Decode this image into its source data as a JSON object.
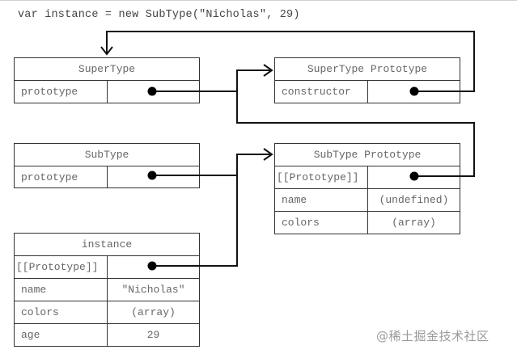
{
  "code_line": "var instance = new SubType(\"Nicholas\", 29)",
  "boxes": {
    "supertype": {
      "title": "SuperType",
      "rows": [
        {
          "key": "prototype",
          "value": "pointer"
        }
      ]
    },
    "supertype_prototype": {
      "title": "SuperType Prototype",
      "rows": [
        {
          "key": "constructor",
          "value": "pointer"
        }
      ]
    },
    "subtype": {
      "title": "SubType",
      "rows": [
        {
          "key": "prototype",
          "value": "pointer"
        }
      ]
    },
    "subtype_prototype": {
      "title": "SubType Prototype",
      "rows": [
        {
          "key": "[[Prototype]]",
          "value": "pointer"
        },
        {
          "key": "name",
          "value": "(undefined)"
        },
        {
          "key": "colors",
          "value": "(array)"
        }
      ]
    },
    "instance": {
      "title": "instance",
      "rows": [
        {
          "key": "[[Prototype]]",
          "value": "pointer"
        },
        {
          "key": "name",
          "value": "\"Nicholas\""
        },
        {
          "key": "colors",
          "value": "(array)"
        },
        {
          "key": "age",
          "value": "29"
        }
      ]
    }
  },
  "connections": [
    {
      "from": "supertype.prototype",
      "to": "supertype_prototype"
    },
    {
      "from": "supertype_prototype.constructor",
      "to": "supertype"
    },
    {
      "from": "subtype.prototype",
      "to": "subtype_prototype"
    },
    {
      "from": "subtype_prototype.[[Prototype]]",
      "to": "supertype_prototype"
    },
    {
      "from": "instance.[[Prototype]]",
      "to": "subtype_prototype"
    }
  ],
  "watermark": "@稀土掘金技术社区",
  "colors": {
    "line": "#111111",
    "border": "#333333",
    "text": "#666666"
  }
}
